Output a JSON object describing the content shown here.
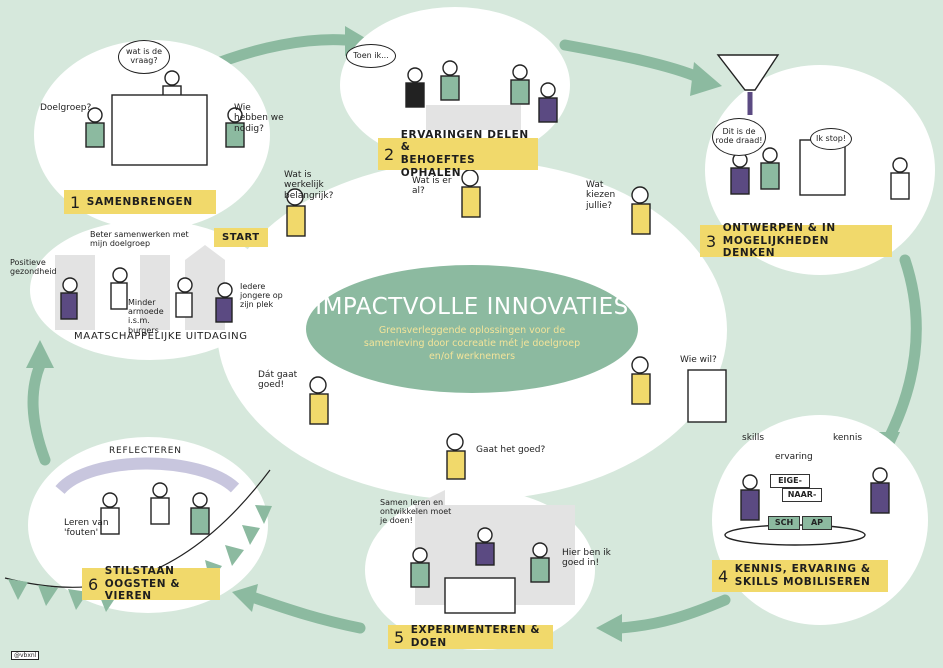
{
  "title": "IMPACTVOLLE INNOVATIES",
  "subtitle": "Grensverleggende oplossingen voor de samenleving door cocreatie mét je doelgroep en/of werknemers",
  "colors": {
    "background": "#d6e8dc",
    "accent_green": "#8cbaa0",
    "accent_yellow": "#f1d96b",
    "purple": "#5b4a82"
  },
  "steps": [
    {
      "number": "1",
      "label": "SAMENBRENGEN"
    },
    {
      "number": "2",
      "label_line1": "ERVARINGEN DELEN &",
      "label_line2": "BEHOEFTES OPHALEN"
    },
    {
      "number": "3",
      "label_line1": "ONTWERPEN & IN",
      "label_line2": "MOGELIJKHEDEN DENKEN"
    },
    {
      "number": "4",
      "label_line1": "KENNIS, ERVARING &",
      "label_line2": "SKILLS MOBILISEREN"
    },
    {
      "number": "5",
      "label": "EXPERIMENTEREN & DOEN"
    },
    {
      "number": "6",
      "label_line1": "STILSTAAN",
      "label_line2": "OOGSTEN & VIEREN"
    }
  ],
  "start_label": "START",
  "challenge": {
    "title": "MAATSCHAPPELIJKE UITDAGING",
    "notes": [
      "Positieve gezondheid",
      "Beter samenwerken met mijn doelgroep",
      "Minder armoede i.s.m. burgers",
      "Iedere jongere op zijn plek"
    ]
  },
  "speech": {
    "s1_question": "wat is de vraag?",
    "s1_target": "Doelgroep?",
    "s1_who": "Wie hebben we nodig?",
    "s2_then": "Toen ik...",
    "important": "Wat is werkelijk belangrijk?",
    "already": "Wat is er al?",
    "choose": "Wat kiezen jullie?",
    "red_thread": "Dit is de rode draad!",
    "stop": "Ik stop!",
    "who_wants": "Wie wil?",
    "skills": "skills",
    "knowledge": "kennis",
    "experience": "ervaring",
    "ownership": [
      "EIGE-",
      "NAAR-",
      "SCH",
      "AP"
    ],
    "going_well": "Gaat het goed?",
    "that_goes_well": "Dát gaat goed!",
    "learn_together": "Samen leren en ontwikkelen moet je doen!",
    "good_at": "Hier ben ik goed in!",
    "learn_mistakes": "Leren van 'fouten'",
    "reflect": "REFLECTEREN"
  },
  "logo_text": "@vbxnl"
}
